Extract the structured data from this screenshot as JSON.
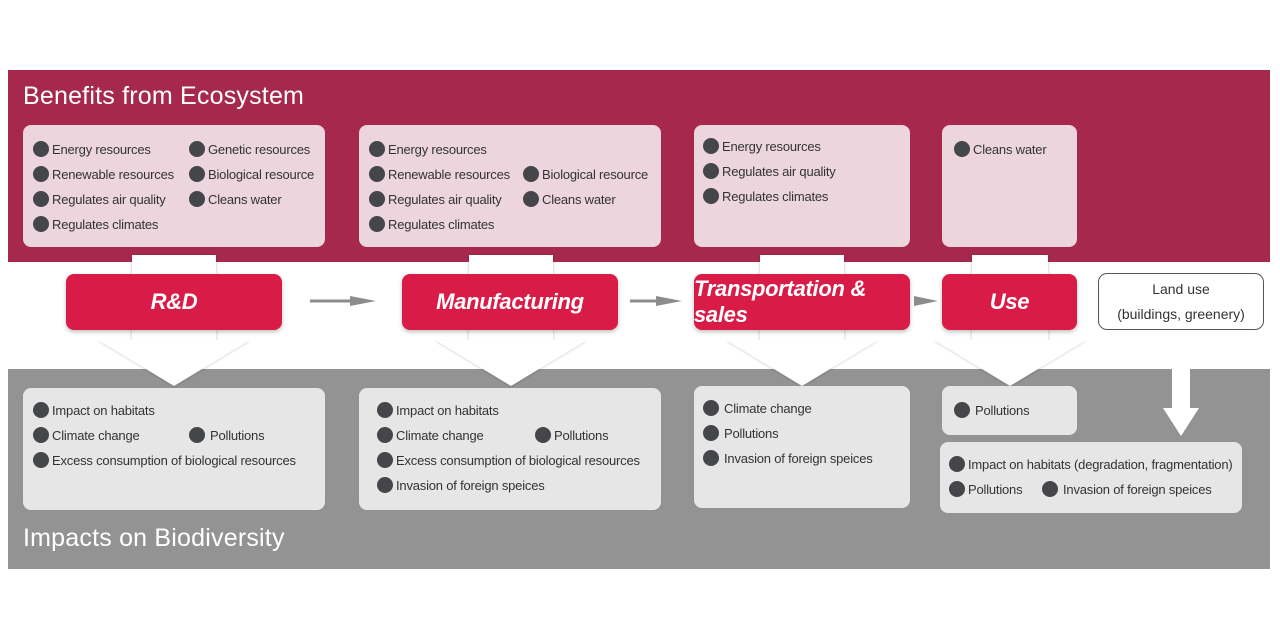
{
  "diagram": {
    "top_band_title": "Benefits from Ecosystem",
    "bottom_band_title": "Impacts on Biodiversity",
    "colors": {
      "top_band": "#a6294d",
      "bottom_band": "#939393",
      "stage": "#d91c47",
      "benefit_box": "#ecd5dc",
      "impact_box": "#e6e6e6",
      "bullet": "#444649",
      "flow_arrow": "#8c8c8c"
    },
    "stages": [
      {
        "label": "R&D",
        "benefits": [
          "Energy resources",
          "Renewable resources",
          "Regulates air quality",
          "Regulates climates",
          "Genetic resources",
          "Biological resource",
          "Cleans water"
        ],
        "impacts": [
          "Impact on habitats",
          "Climate change",
          "Excess consumption of biological resources",
          "Pollutions"
        ]
      },
      {
        "label": "Manufacturing",
        "benefits": [
          "Energy resources",
          "Renewable resources",
          "Regulates air quality",
          "Regulates climates",
          "Biological resource",
          "Cleans water"
        ],
        "impacts": [
          "Impact on habitats",
          "Climate change",
          "Excess consumption of biological resources",
          "Invasion of foreign speices",
          "Pollutions"
        ]
      },
      {
        "label": "Transportation & sales",
        "benefits": [
          "Energy resources",
          "Regulates air quality",
          "Regulates climates"
        ],
        "impacts": [
          "Climate change",
          "Pollutions",
          "Invasion of foreign speices"
        ]
      },
      {
        "label": "Use",
        "benefits": [
          "Cleans water"
        ],
        "impacts": [
          "Pollutions"
        ]
      }
    ],
    "land_use": {
      "line1": "Land use",
      "line2": "(buildings, greenery)",
      "impacts": [
        "Impact on habitats (degradation, fragmentation)",
        "Pollutions",
        "Invasion of foreign speices"
      ]
    }
  }
}
